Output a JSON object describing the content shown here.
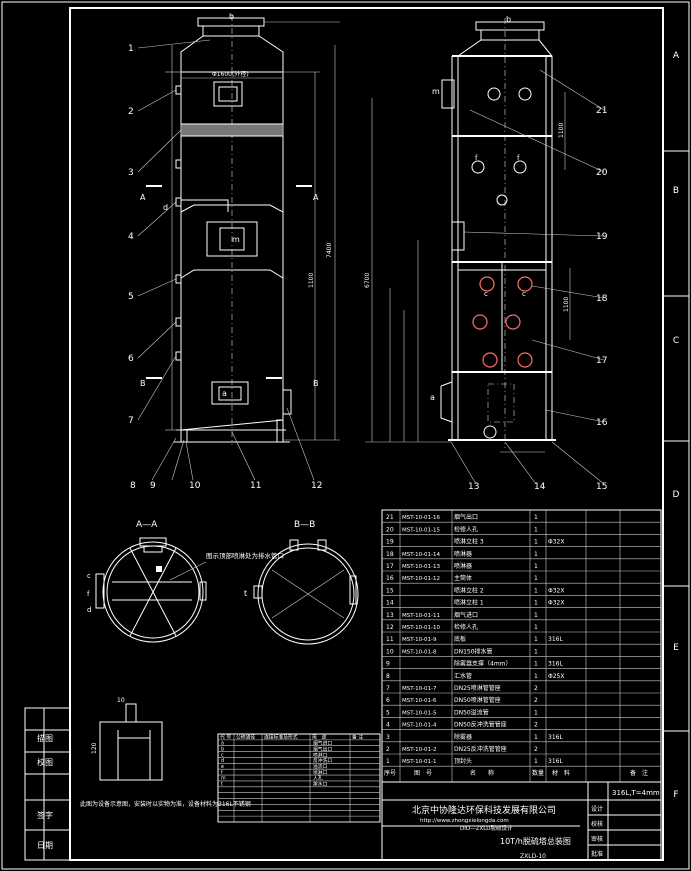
{
  "frame": {
    "zones_right": [
      "A",
      "B",
      "C",
      "D",
      "E",
      "F"
    ],
    "left_block": [
      "描图",
      "校图",
      "签字",
      "日期"
    ]
  },
  "front_view": {
    "callouts": [
      "1",
      "2",
      "3",
      "4",
      "5",
      "6",
      "7",
      "8",
      "9",
      "10",
      "11",
      "12"
    ],
    "dims": [
      "Φ1600(外径)",
      "1100",
      "7400"
    ],
    "section_marks": [
      "A",
      "A",
      "B",
      "B"
    ],
    "nozzles": [
      "b",
      "d",
      "m",
      "a"
    ]
  },
  "side_view": {
    "callouts": [
      "21",
      "20",
      "19",
      "18",
      "17",
      "16",
      "15",
      "14",
      "13"
    ],
    "dims": [
      "1100",
      "1100",
      "6700"
    ],
    "nozzles": [
      "b",
      "m",
      "f",
      "f",
      "c",
      "c",
      "a"
    ]
  },
  "sections": {
    "aa_label": "A—A",
    "bb_label": "B—B",
    "note": "图示顶部喷淋处为排水管口",
    "aa_nozzles": [
      "c",
      "f",
      "d"
    ],
    "bb_nozzles": [
      "t"
    ]
  },
  "detail_dim": [
    "10",
    "120"
  ],
  "notes": "此图为设备示意图，安装时以实物为准，设备材料为316L不锈钢",
  "bom": {
    "headers": [
      "序号",
      "图　号",
      "名　　称",
      "数量",
      "材　料",
      "备　注"
    ],
    "rows": [
      [
        "21",
        "MST-10-01-16",
        "烟气出口",
        "1",
        "",
        ""
      ],
      [
        "20",
        "MST-10-01-15",
        "检修人孔",
        "1",
        "",
        ""
      ],
      [
        "19",
        "",
        "喷淋立柱 3",
        "1",
        "Φ32X",
        ""
      ],
      [
        "18",
        "MST-10-01-14",
        "喷淋器",
        "1",
        "",
        ""
      ],
      [
        "17",
        "MST-10-01-13",
        "喷淋器",
        "1",
        "",
        ""
      ],
      [
        "16",
        "MST-10-01-12",
        "主筒体",
        "1",
        "",
        ""
      ],
      [
        "15",
        "",
        "喷淋立柱 2",
        "1",
        "Φ32X",
        ""
      ],
      [
        "14",
        "",
        "喷淋立柱 1",
        "1",
        "Φ32X",
        ""
      ],
      [
        "13",
        "MST-10-01-11",
        "烟气进口",
        "1",
        "",
        ""
      ],
      [
        "12",
        "MST-10-01-10",
        "检修人孔",
        "1",
        "",
        ""
      ],
      [
        "11",
        "MST-10-01-9",
        "底板",
        "1",
        "316L",
        ""
      ],
      [
        "10",
        "MST-10-01-8",
        "DN150排水管",
        "1",
        "",
        ""
      ],
      [
        "9",
        "",
        "除雾器支撑（4mm）",
        "1",
        "316L",
        ""
      ],
      [
        "8",
        "",
        "汇水管",
        "1",
        "Φ25X",
        ""
      ],
      [
        "7",
        "MST-10-01-7",
        "DN25喷淋管管座",
        "2",
        "",
        ""
      ],
      [
        "6",
        "MST-10-01-6",
        "DN50喷淋管管座",
        "2",
        "",
        ""
      ],
      [
        "5",
        "MST-10-01-5",
        "DN50溢流管",
        "1",
        "",
        ""
      ],
      [
        "4",
        "MST-10-01-4",
        "DN50反冲洗管管座",
        "2",
        "",
        ""
      ],
      [
        "3",
        "",
        "除雾器",
        "1",
        "316L",
        ""
      ],
      [
        "2",
        "MST-10-01-2",
        "DN25反冲洗管管座",
        "2",
        "",
        ""
      ],
      [
        "1",
        "MST-10-01-1",
        "顶封头",
        "1",
        "316L",
        ""
      ]
    ]
  },
  "nozzle_table": {
    "headers": [
      "代 号",
      "公称通径",
      "连接标准及形式",
      "用　途",
      "备 注"
    ],
    "rows": [
      [
        "a",
        "",
        "",
        "烟气进口",
        ""
      ],
      [
        "b",
        "",
        "",
        "烟气出口",
        ""
      ],
      [
        "c",
        "",
        "",
        "喷淋口",
        ""
      ],
      [
        "d",
        "",
        "",
        "反冲洗口",
        ""
      ],
      [
        "e",
        "",
        "",
        "溢流口",
        ""
      ],
      [
        "f",
        "",
        "",
        "喷淋口",
        ""
      ],
      [
        "m",
        "",
        "",
        "人孔",
        ""
      ],
      [
        "t",
        "",
        "",
        "排水口",
        ""
      ],
      [
        "",
        "",
        "",
        "",
        ""
      ],
      [
        "",
        "",
        "",
        "",
        ""
      ],
      [
        "",
        "",
        "",
        "",
        ""
      ],
      [
        "",
        "",
        "",
        "",
        ""
      ],
      [
        "",
        "",
        "",
        "",
        ""
      ],
      [
        "",
        "",
        "",
        "",
        ""
      ]
    ]
  },
  "title_block": {
    "company": "北京中协隆达环保科技发展有限公司",
    "url": "http://www.zhongxielongda.com",
    "project": "DIO—ZXLD脱硫设计",
    "drawing_name": "10T/h脱硫塔总装图",
    "material_spec": "316L,T=4mm",
    "drawing_no": "ZXLD-10",
    "side_labels": [
      "设计",
      "校核",
      "审核",
      "批准"
    ]
  }
}
